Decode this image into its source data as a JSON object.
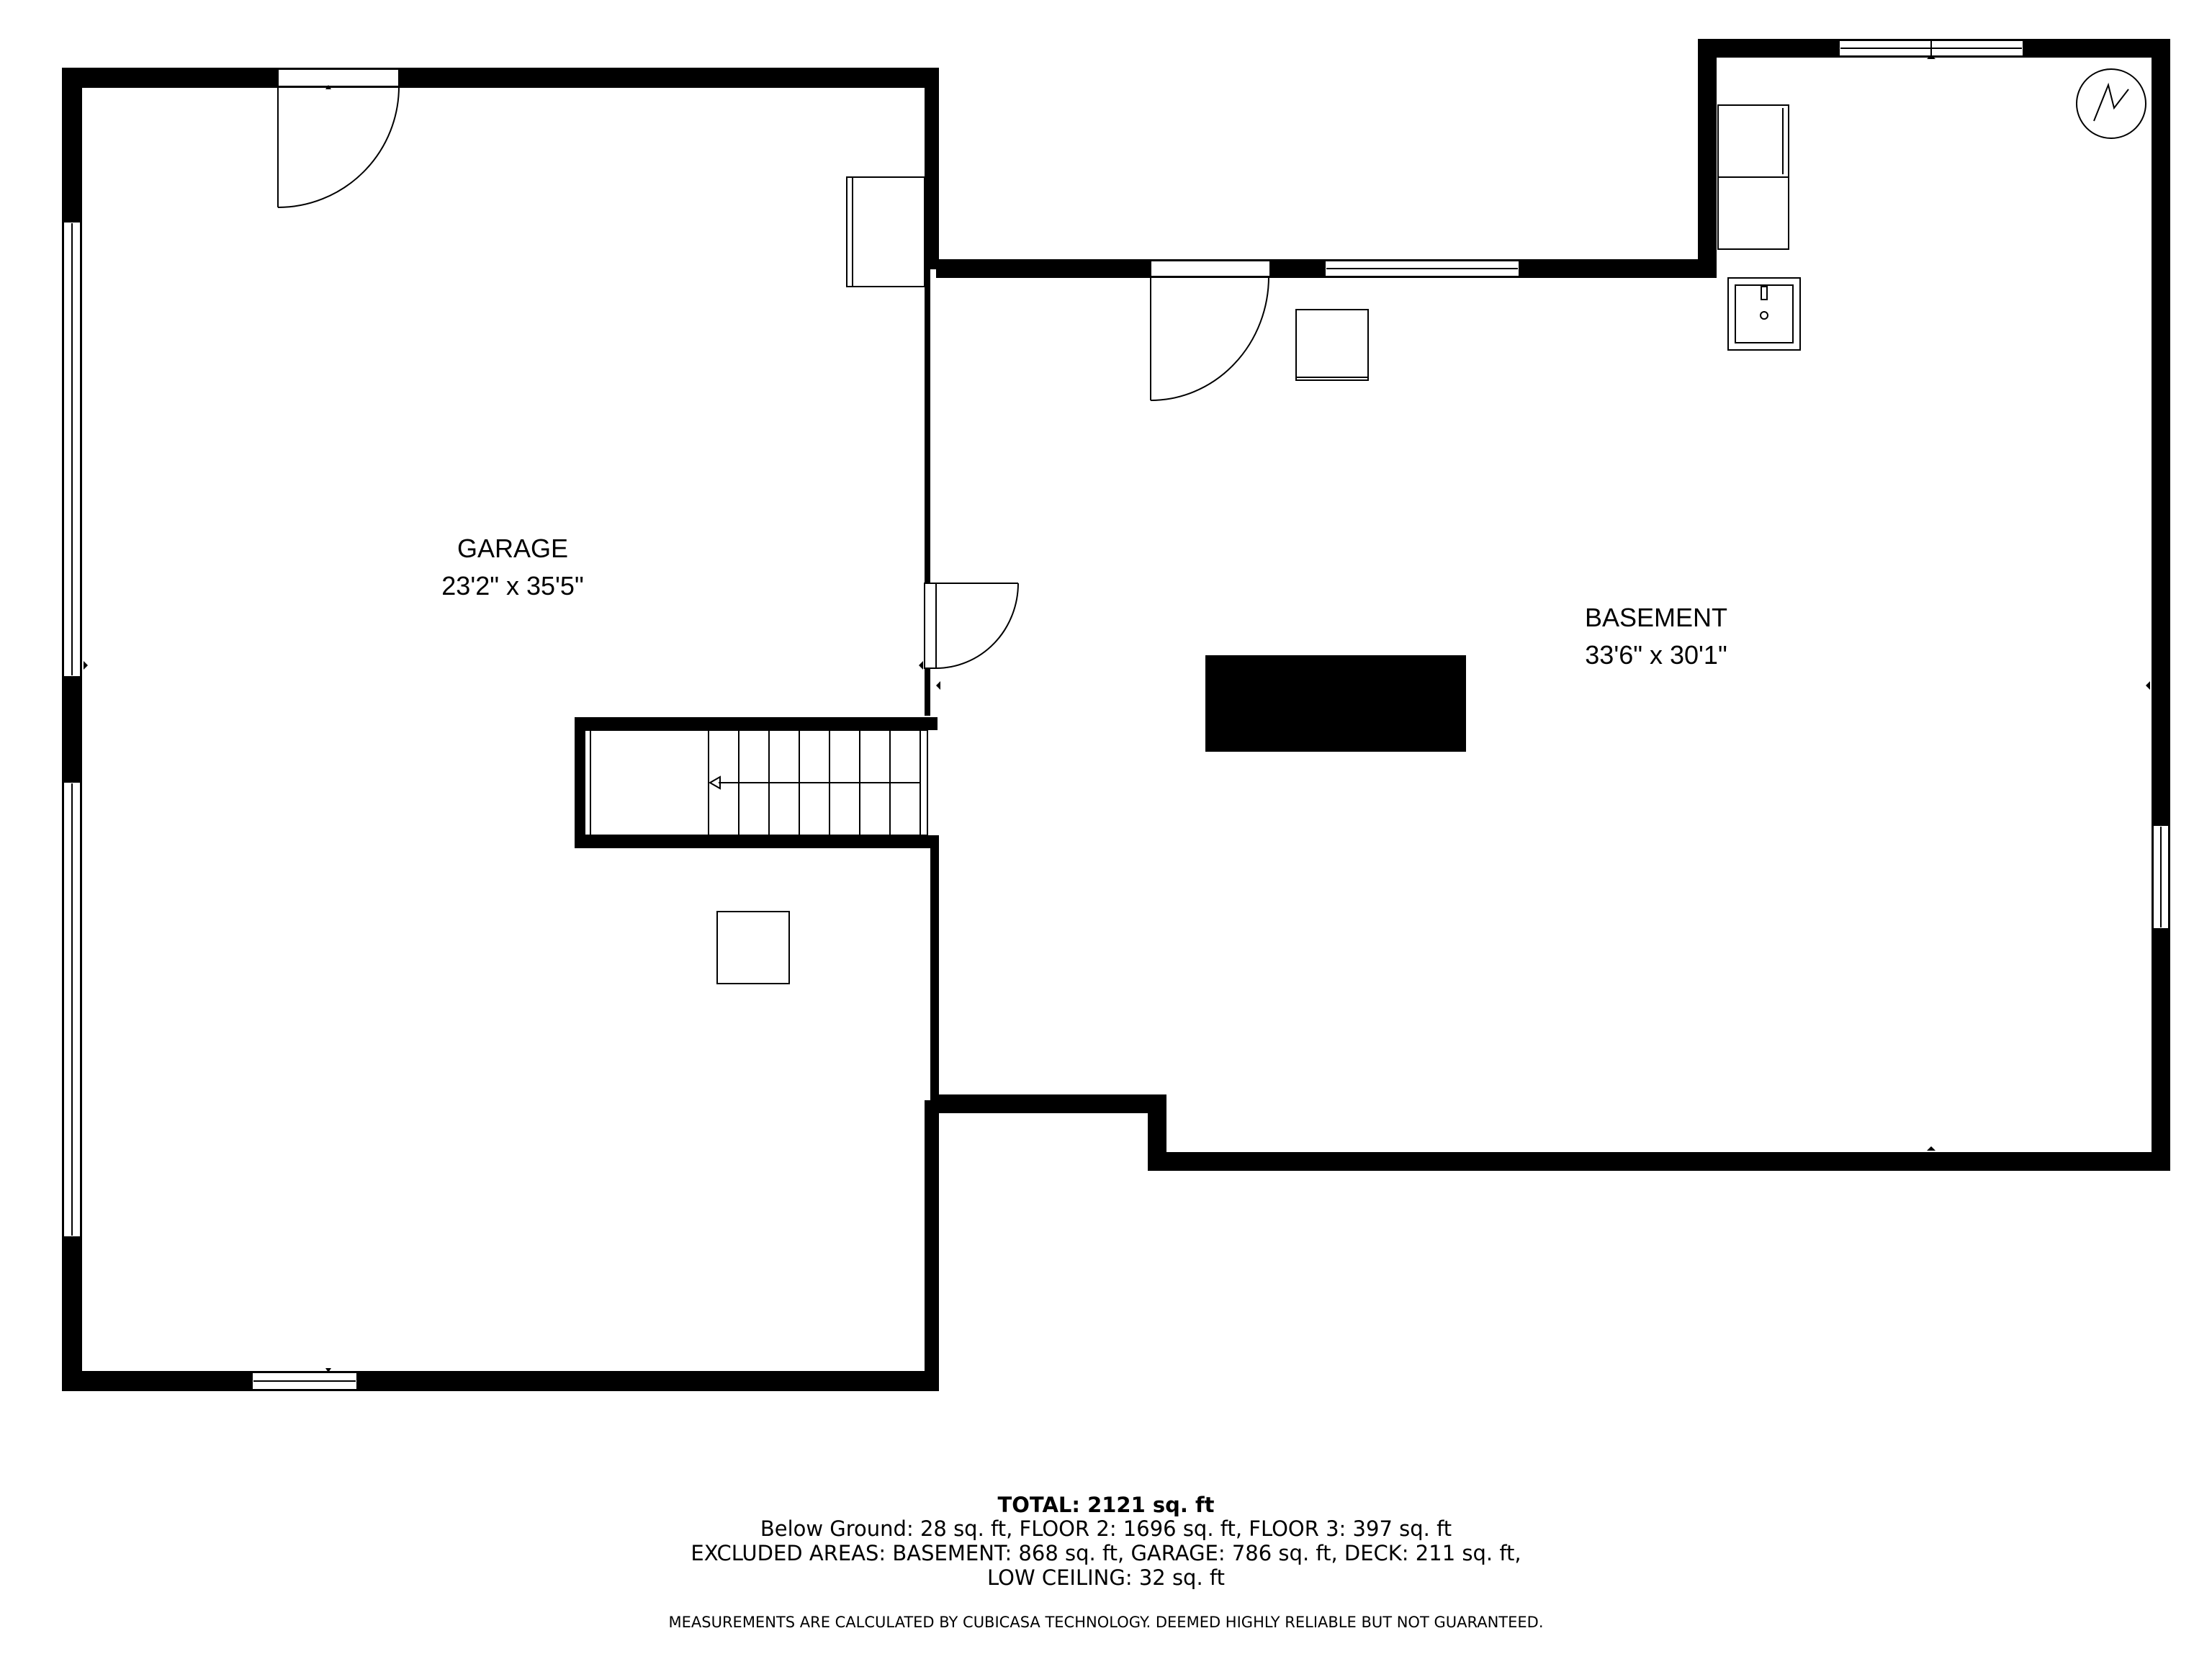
{
  "rooms": {
    "garage": {
      "name": "GARAGE",
      "dims": "23'2\" x 35'5\""
    },
    "basement": {
      "name": "BASEMENT",
      "dims": "33'6\" x 30'1\""
    }
  },
  "summary": {
    "total": "TOTAL: 2121 sq. ft",
    "line1": "Below Ground: 28 sq. ft, FLOOR 2: 1696 sq. ft, FLOOR 3: 397 sq. ft",
    "line2": "EXCLUDED AREAS: BASEMENT: 868 sq. ft, GARAGE: 786 sq. ft, DECK: 211 sq. ft,",
    "line3": "LOW CEILING: 32 sq. ft",
    "disclaimer": "MEASUREMENTS ARE CALCULATED BY CUBICASA TECHNOLOGY. DEEMED HIGHLY RELIABLE BUT NOT GUARANTEED."
  },
  "colors": {
    "wall": "#000000",
    "background": "#ffffff"
  },
  "icons": [
    "door-swing-icon",
    "window-icon",
    "stairs-icon",
    "water-heater-icon",
    "sink-icon",
    "washer-icon",
    "dryer-icon"
  ]
}
